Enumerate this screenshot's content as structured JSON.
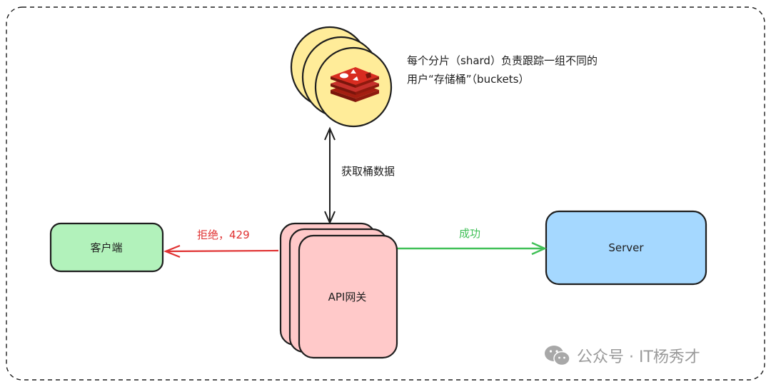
{
  "diagram": {
    "title": "Rate limiter with sharded bucket storage",
    "nodes": {
      "shards": {
        "name": "Redis shards",
        "icon": "redis-icon",
        "count": 3,
        "fill": "#ffec99"
      },
      "gateway": {
        "label": "API网关",
        "count": 3,
        "fill": "#ffc9c9"
      },
      "client": {
        "label": "客户端",
        "fill": "#b2f2bb"
      },
      "server": {
        "label": "Server",
        "fill": "#a5d8ff"
      }
    },
    "annotations": {
      "shard_note_line1": "每个分片（shard）负责跟踪一组不同的",
      "shard_note_line2": "用户“存储桶”（buckets）"
    },
    "edges": {
      "fetch": {
        "label": "获取桶数据",
        "color": "#1e1e1e",
        "direction": "both"
      },
      "reject": {
        "label": "拒绝，429",
        "color": "#e03131",
        "direction": "gateway-to-client"
      },
      "success": {
        "label": "成功",
        "color": "#40c057",
        "direction": "gateway-to-server"
      }
    },
    "watermark": {
      "icon": "wechat-icon",
      "text": "公众号 · IT杨秀才"
    }
  }
}
